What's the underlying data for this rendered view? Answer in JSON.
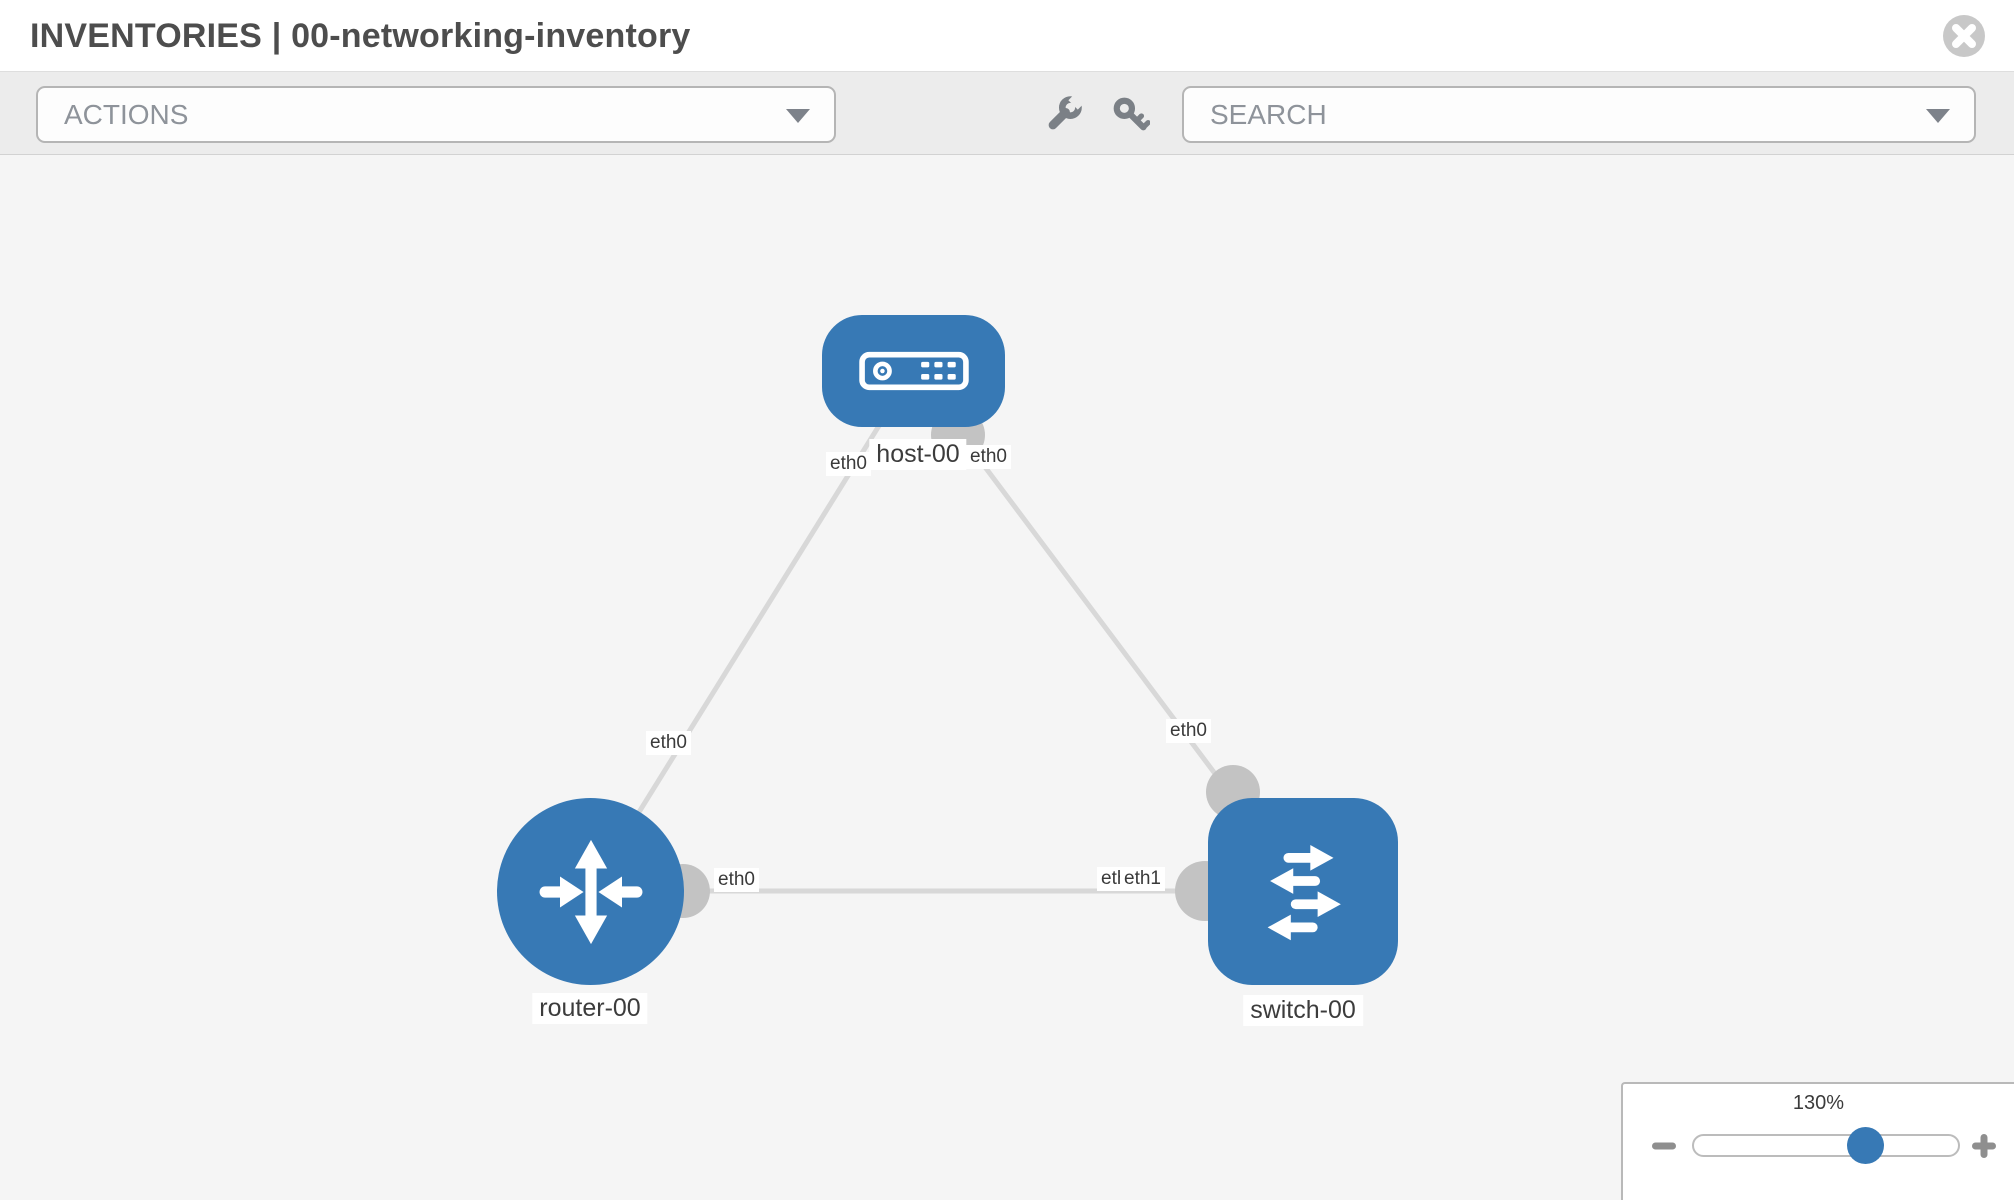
{
  "header": {
    "title": "INVENTORIES | 00-networking-inventory",
    "close_icon": "circle-x"
  },
  "toolbar": {
    "actions_label": "ACTIONS",
    "search_placeholder": "SEARCH",
    "icons": [
      "wrench-icon",
      "key-icon"
    ]
  },
  "topology": {
    "nodes": [
      {
        "label": "host-00",
        "type": "host",
        "icon": "server-icon"
      },
      {
        "label": "router-00",
        "type": "router",
        "icon": "router-arrows-icon"
      },
      {
        "label": "switch-00",
        "type": "switch",
        "icon": "switch-arrows-icon"
      }
    ],
    "links": [
      {
        "from": "host-00",
        "to": "router-00"
      },
      {
        "from": "host-00",
        "to": "switch-00"
      },
      {
        "from": "router-00",
        "to": "switch-00"
      }
    ],
    "interfaces": [
      {
        "text": "eth0",
        "position": "host-left"
      },
      {
        "text": "eth0",
        "position": "host-right"
      },
      {
        "text": "eth0",
        "position": "router-top"
      },
      {
        "text": "eth0",
        "position": "switch-top"
      },
      {
        "text": "eth0",
        "position": "router-right"
      },
      {
        "text": "eth0",
        "position": "link-middle-under"
      },
      {
        "text": "eth1",
        "position": "link-middle-over"
      }
    ]
  },
  "zoom_control": {
    "level": "130%",
    "minus_icon": "minus",
    "plus_icon": "plus"
  },
  "colors": {
    "node_blue": "#3779b5",
    "link_gray": "#d8d8d8",
    "port_gray": "#c3c3c3",
    "canvas_bg": "#f5f5f5",
    "toolbar_bg": "#ececec",
    "icon_gray": "#7b8086"
  }
}
